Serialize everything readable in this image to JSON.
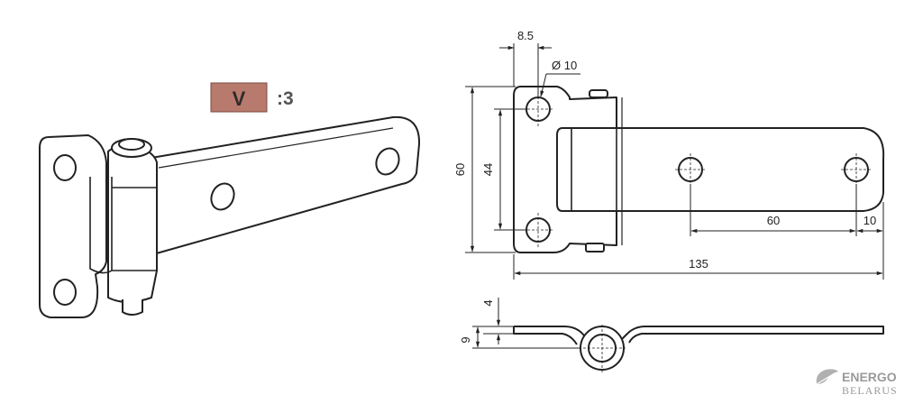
{
  "badge": {
    "letter": "V",
    "ratio": ":3",
    "color": "#b97a6e"
  },
  "dimensions": {
    "hole_offset": "8.5",
    "hole_diameter": "Ø 10",
    "height": "60",
    "hole_spacing_vertical": "44",
    "hole_spacing_horizontal": "60",
    "end_offset": "10",
    "total_length": "135",
    "thickness": "4",
    "knuckle_height": "9"
  },
  "logo": {
    "line1": "ENERGO",
    "line2": "BELARUS"
  }
}
